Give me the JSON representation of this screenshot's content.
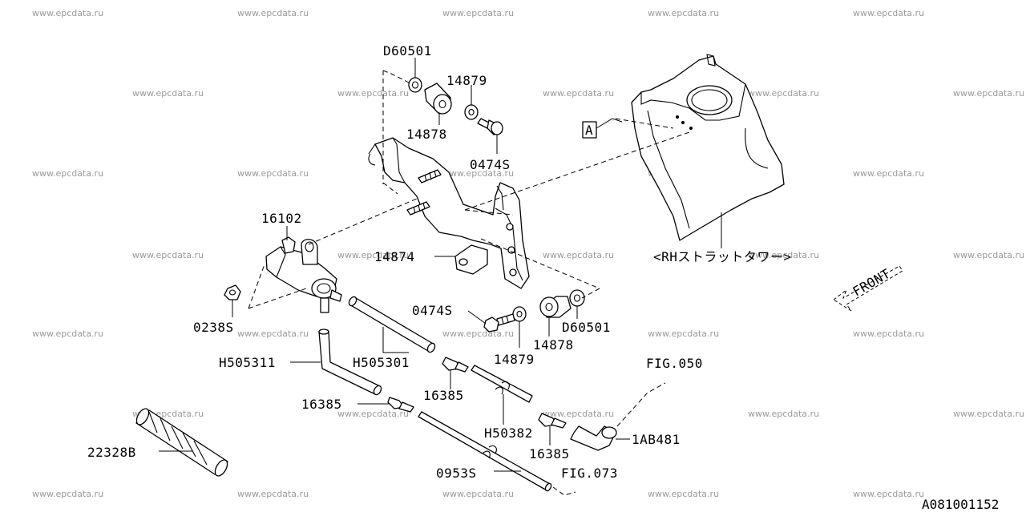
{
  "diagram_id": "A081001152",
  "watermark": "www.epcdata.ru",
  "callouts": {
    "d60501_top": "D60501",
    "p14879_top": "14879",
    "p14878_top": "14878",
    "p0474s_top": "0474S",
    "ref_a": "A",
    "p16102": "16102",
    "p14874": "14874",
    "strut_tower": "<RHストラットタワー>",
    "front": "FRONT",
    "p0238s": "0238S",
    "p0474s_bot": "0474S",
    "d60501_bot": "D60501",
    "p14879_bot": "14879",
    "p14878_bot": "14878",
    "h505311": "H505311",
    "h505301": "H505301",
    "p16385_a": "16385",
    "p16385_b": "16385",
    "p16385_c": "16385",
    "h50382": "H50382",
    "fig050": "FIG.050",
    "ab481": "1AB481",
    "p22328b": "22328B",
    "p0953s": "0953S",
    "fig073": "FIG.073"
  }
}
